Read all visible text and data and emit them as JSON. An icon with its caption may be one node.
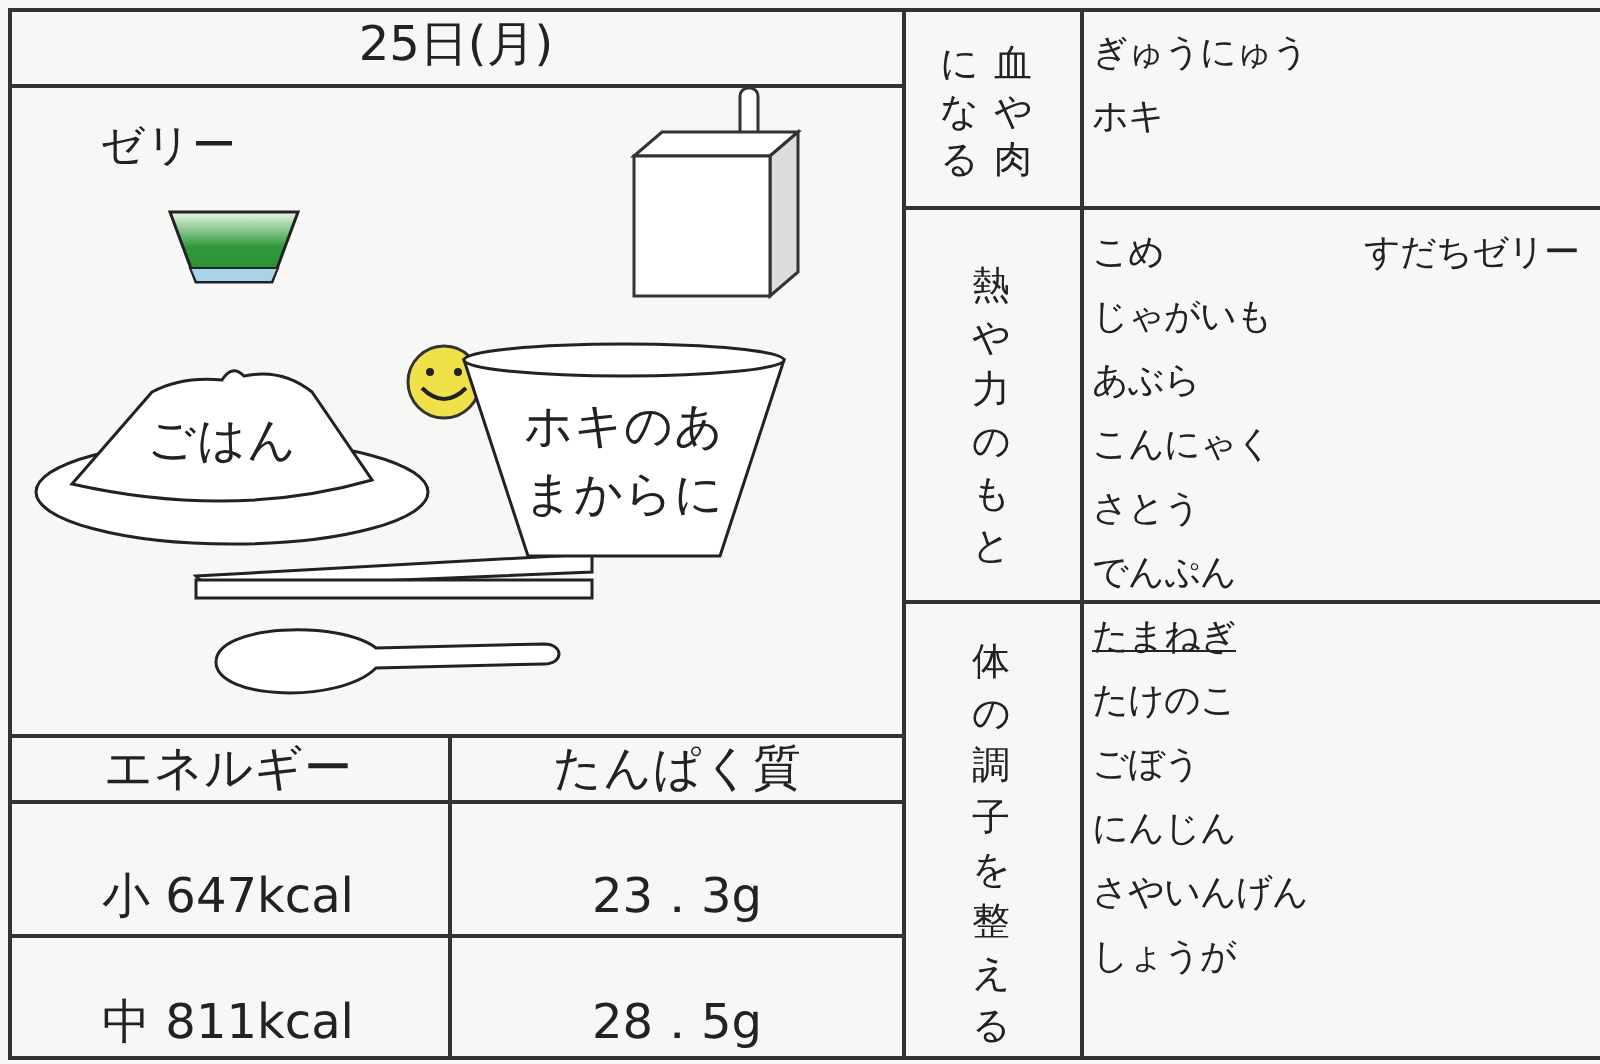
{
  "diagram": {
    "title": "25日(月)",
    "nodes": [
      {
        "text": [
          "ごはん"
        ]
      },
      {
        "text": [
          "ホキのあまからに"
        ]
      }
    ],
    "edges": [],
    "labels": [
      "ゼリー",
      "エネルギー",
      "たんぱく質",
      "小 647kcal",
      "23．3g",
      "中 811kcal",
      "28．5g",
      "血や肉になる",
      "ぎゅうにゅう",
      "ホキ",
      "熱や力のもと",
      "こめ",
      "すだちゼリー",
      "じゃがいも",
      "あぶら",
      "こんにゃく",
      "さとう",
      "でんぷん",
      "体の調子を整える",
      "たまねぎ",
      "たけのこ",
      "ごぼう",
      "にんじん",
      "さやいんげん",
      "しょうが"
    ]
  }
}
